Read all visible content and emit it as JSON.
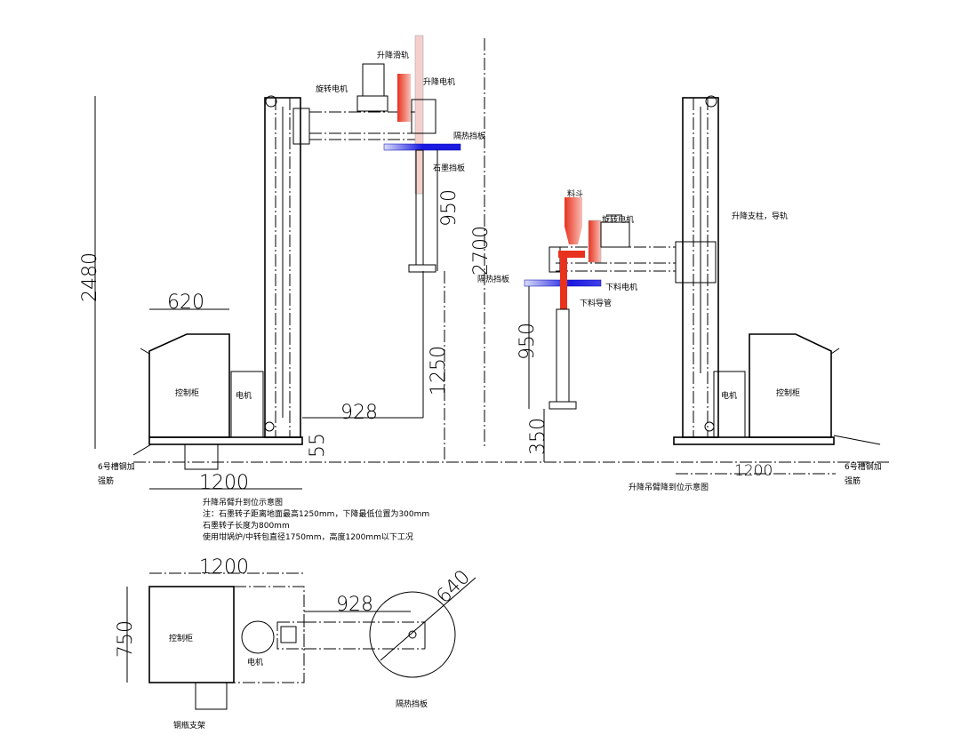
{
  "left_view": {
    "labels": {
      "lift_rail": "升降滑轨",
      "rotate_motor": "旋转电机",
      "lift_motor": "升降电机",
      "heat_shield": "隔热挡板",
      "graphite_baffle": "石墨挡板",
      "control_cabinet": "控制柜",
      "motor": "电机",
      "channel_rib_1": "6号槽钢加",
      "channel_rib_2": "强筋"
    },
    "dimensions": {
      "d950": "950",
      "d2700": "2700",
      "d2480": "2480",
      "d620": "620",
      "d928": "928",
      "d1250": "1250",
      "d55": "55",
      "d1200": "1200"
    },
    "caption": "升降吊臂升到位示意图"
  },
  "right_view": {
    "labels": {
      "hopper": "料斗",
      "rotate_motor": "旋转电机",
      "column_rail": "升降支柱，导轨",
      "heat_shield": "隔热挡板",
      "feed_motor": "下料电机",
      "feed_pipe": "下料导管",
      "motor": "电机",
      "control_cabinet": "控制柜",
      "channel_rib_1": "6号槽钢加",
      "channel_rib_2": "强筋"
    },
    "dimensions": {
      "d950": "950",
      "d350": "350",
      "d1200": "1200"
    },
    "caption": "升降吊臂降到位示意图"
  },
  "notes": [
    "注：石墨转子距离地面最高1250mm，下降最低位置为300mm",
    "石墨转子长度为800mm",
    "使用坩埚炉/中转包直径1750mm，高度1200mm以下工况"
  ],
  "plan_view": {
    "labels": {
      "control_cabinet": "控制柜",
      "motor": "电机",
      "heat_shield": "隔热挡板",
      "cylinder_bracket": "钢瓶支架"
    },
    "dimensions": {
      "d1200": "1200",
      "d750": "750",
      "d928": "928",
      "d640": "640"
    }
  },
  "colors": {
    "red": "#e8321e",
    "pink": "#f4b8b0",
    "blue": "#1a1ae0"
  }
}
